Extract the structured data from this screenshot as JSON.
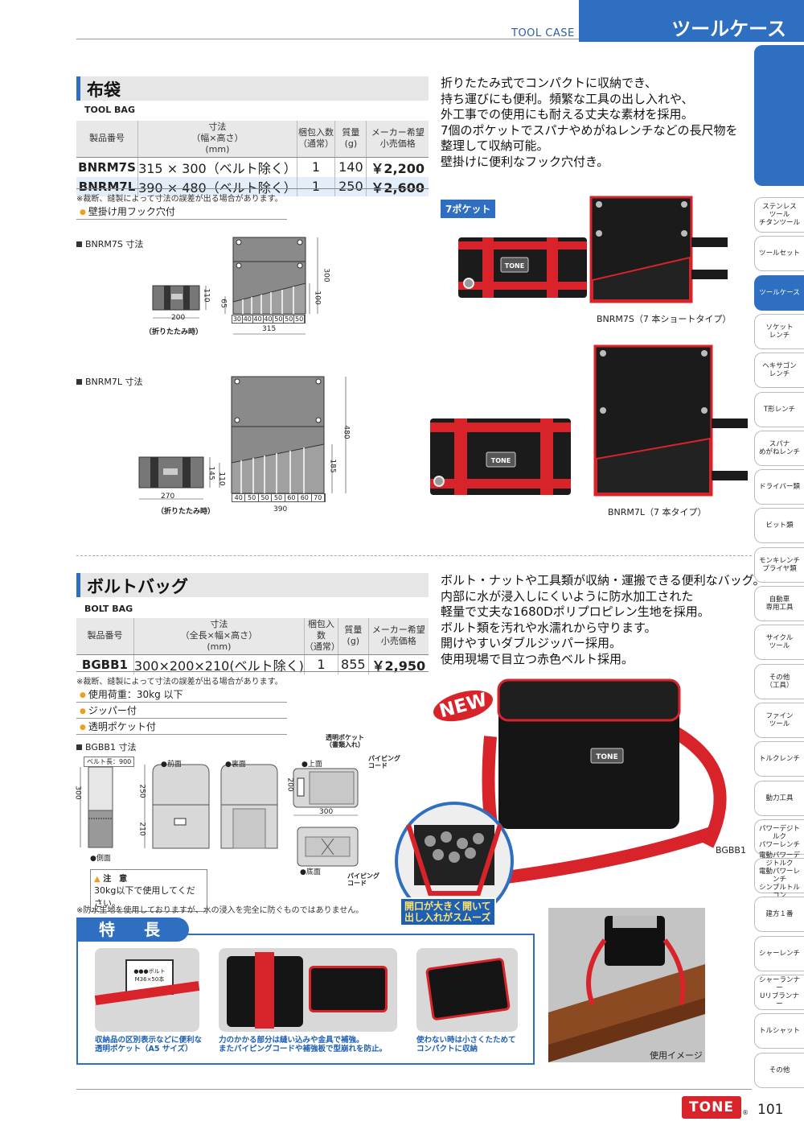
{
  "header": {
    "en": "TOOL CASE",
    "jp": "ツールケース"
  },
  "tool_bag": {
    "title": "布袋",
    "en": "TOOL BAG",
    "cols": [
      "製品番号",
      "寸法\n（幅×高さ）\n(mm)",
      "梱包入数\n（通常）",
      "質量\n(g)",
      "メーカー希望\n小売価格"
    ],
    "rows": [
      {
        "code": "BNRM7S",
        "size": "315 × 300（ベルト除く）",
        "qty": "1",
        "mass": "140",
        "price": "￥2,200"
      },
      {
        "code": "BNRM7L",
        "size": "390 × 480（ベルト除く）",
        "qty": "1",
        "mass": "250",
        "price": "￥2,600"
      }
    ],
    "note": "※裁断、縫製によって寸法の誤差が出る場合があります。",
    "bullets": [
      "壁掛け用フック穴付"
    ],
    "desc": [
      "折りたたみ式でコンパクトに収納でき、",
      "持ち運びにも便利。頻繁な工具の出し入れや、",
      "外工事での使用にも耐える丈夫な素材を採用。",
      "7個のポケットでスパナやめがねレンチなどの長尺物を",
      "整理して収納可能。",
      "壁掛けに便利なフック穴付き。"
    ],
    "badge": "7ポケット",
    "dim_s": {
      "label": "BNRM7S 寸法",
      "fold_w": "200",
      "fold_h": "110",
      "fold_cap": "（折りたたみ時）",
      "w": "315",
      "h": "300",
      "pocket_h": "100",
      "band_h": "65",
      "pockets": [
        "30",
        "40",
        "40",
        "40",
        "50",
        "50",
        "50"
      ]
    },
    "dim_l": {
      "label": "BNRM7L 寸法",
      "fold_w": "270",
      "fold_h": "145",
      "fold_h2": "110",
      "fold_cap": "（折りたたみ時）",
      "w": "390",
      "h": "480",
      "pocket_h": "185",
      "pockets": [
        "40",
        "50",
        "50",
        "50",
        "60",
        "60",
        "70"
      ]
    },
    "cap_s": "BNRM7S（7 本ショートタイプ）",
    "cap_l": "BNRM7L（7 本タイプ）"
  },
  "bolt_bag": {
    "title": "ボルトバッグ",
    "en": "BOLT BAG",
    "cols": [
      "製品番号",
      "寸法\n（全長×幅×高さ）\n(mm)",
      "梱包入数\n（通常）",
      "質量\n(g)",
      "メーカー希望\n小売価格"
    ],
    "rows": [
      {
        "code": "BGBB1",
        "size": "300×200×210(ベルト除く)",
        "qty": "1",
        "mass": "855",
        "price": "￥2,950"
      }
    ],
    "note": "※裁断、縫製によって寸法の誤差が出る場合があります。",
    "bullets": [
      "使用荷重：30kg 以下",
      "ジッパー付",
      "透明ポケット付"
    ],
    "desc": [
      "ボルト・ナットや工具類が収納・運搬できる便利なバッグ。",
      "内部に水が浸入しにくいように防水加工された",
      "軽量で丈夫な1680Dポリプロピレン生地を採用。",
      "ボルト類を汚れや水濡れから守ります。",
      "開けやすいダブルジッパー採用。",
      "使用現場で目立つ赤色ベルト採用。"
    ],
    "dim": {
      "label": "BGBB1 寸法",
      "belt": "ベルト長：900",
      "front": "●前面",
      "back": "●裏面",
      "top": "●上面",
      "side": "●側面",
      "bottom": "●底面",
      "h1": "300",
      "h2": "250",
      "h3": "210",
      "w": "300",
      "d": "200",
      "pocket": "透明ポケット\n（書類入れ）",
      "piping": "パイピング\nコード",
      "piping2": "パイピング\nコード"
    },
    "caution_title": "注　意",
    "caution_text": "30kg以下で使用してください。",
    "water_note": "※防水生地を使用しておりますが、水の浸入を完全に防ぐものではありません。",
    "new_label": "NEW",
    "opening": "開口が大きく開いて\n出し入れがスムーズ",
    "cap": "BGBB1",
    "usage": "使用イメージ",
    "feat_title": "特　長",
    "feats": [
      "収納品の区別表示などに便利な\n透明ポケット（A5 サイズ）",
      "力のかかる部分は縫い込みや金具で補強。\nまたパイピングコードや補強板で型崩れを防止。",
      "使わない時は小さくたためて\nコンパクトに収納"
    ],
    "feat_tag": "●●●ボルト\nM36×50本"
  },
  "tabs": [
    "ステンレス\nツール\nチタンツール",
    "ツールセット",
    "ツールケース",
    "ソケット\nレンチ",
    "ヘキサゴン\nレンチ",
    "T形レンチ",
    "スパナ\nめがねレンチ",
    "ドライバー類",
    "ビット類",
    "モンキレンチ\nプライヤ類",
    "自動車\n専用工具",
    "サイクル\nツール",
    "その他\n（工具）",
    "ファイン\nツール",
    "トルクレンチ",
    "動力工具",
    "パワーデジトルク\nパワーレンチ",
    "電動パワーデジトルク\n電動パワーレンチ\nシンプルトルコン",
    "建方１番",
    "シャーレンチ",
    "シャーランナー\nUリブランナー",
    "トルシャット",
    "その他"
  ],
  "footer": {
    "logo": "TONE",
    "page": "101",
    "reg": "®"
  },
  "colors": {
    "accent": "#2e6fc1",
    "red": "#d8232a"
  }
}
